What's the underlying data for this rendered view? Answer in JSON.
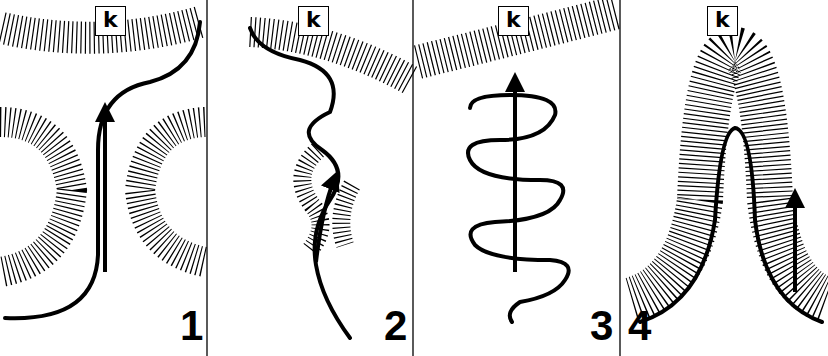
{
  "diagram": {
    "nodes": [
      {
        "text": [
          "k"
        ]
      },
      {
        "text": [
          "k"
        ]
      },
      {
        "text": [
          "k"
        ]
      },
      {
        "text": [
          "k"
        ]
      }
    ],
    "labels": [
      "1",
      "2",
      "3",
      "4"
    ]
  }
}
